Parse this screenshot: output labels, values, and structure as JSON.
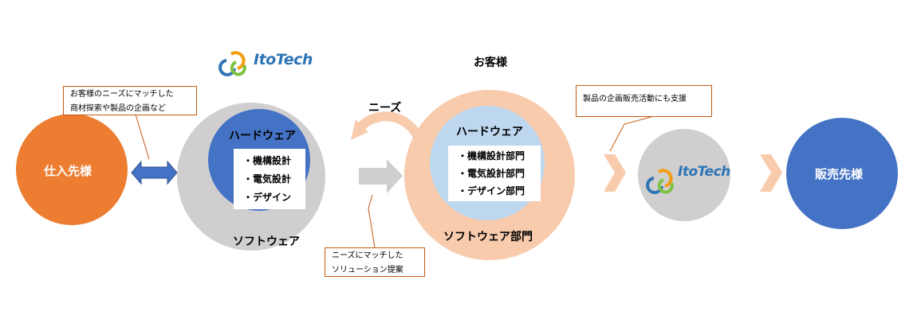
{
  "supplier": {
    "label": "仕入先様"
  },
  "itotech": {
    "logo_text": "ItoTech",
    "hardware": "ハードウェア",
    "software": "ソフトウェア",
    "items": [
      "・機構設計",
      "・電気設計",
      "・デザイン"
    ]
  },
  "customer": {
    "title": "お客様",
    "hardware": "ハードウェア",
    "software": "ソフトウェア部門",
    "items": [
      "・機構設計部門",
      "・電気設計部門",
      "・デザイン部門"
    ]
  },
  "needs_label": "ニーズ",
  "callouts": {
    "sourcing": [
      "お客様のニーズにマッチした",
      "商材探索や製品の企画など"
    ],
    "solution": [
      "ニーズにマッチした",
      "ソリューション提案"
    ],
    "sales_support": [
      "製品の企画販売活動にも支援"
    ]
  },
  "seller": {
    "label": "販売先様"
  },
  "colors": {
    "orange": "#ED7D31",
    "blue": "#4472C4",
    "gray": "#D0CECE",
    "peach": "#F8CBAD",
    "lightblue": "#BDD7EE"
  }
}
